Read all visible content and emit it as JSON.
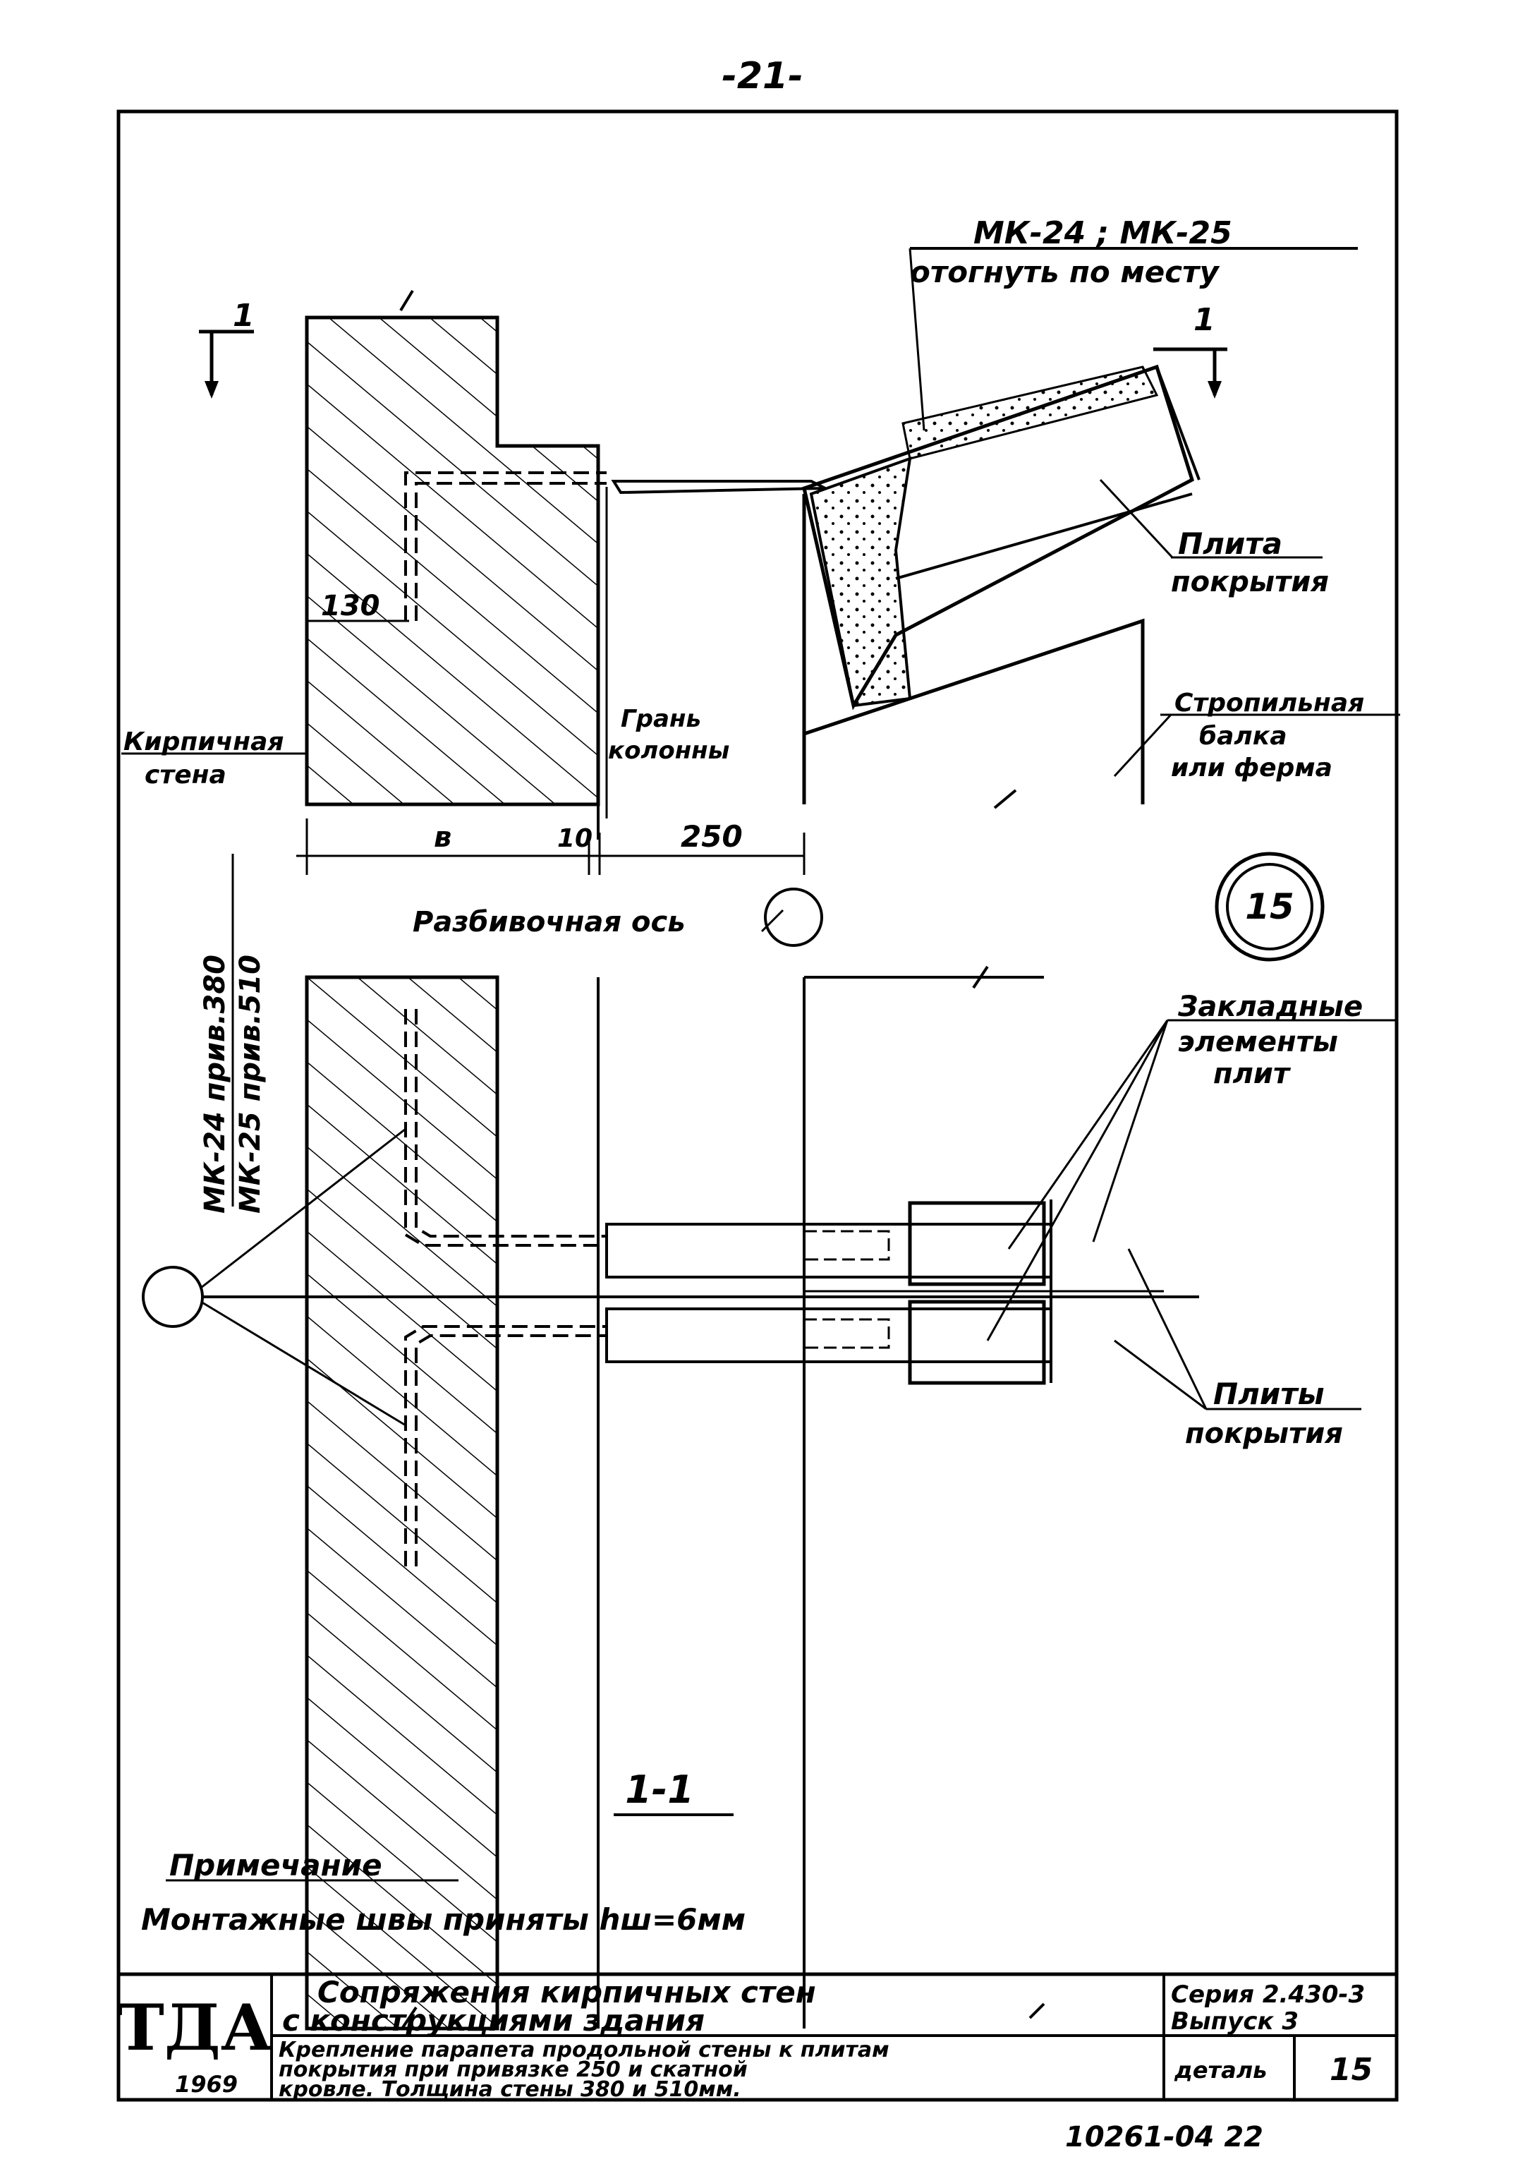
{
  "page_number": "-21-",
  "labels": {
    "mk_top": "МК-24 ; МК-25",
    "bend": "отогнуть по месту",
    "section_mark": "1",
    "plate_roof_1": "Плита",
    "plate_roof_2": "покрытия",
    "brick_wall_1": "Кирпичная",
    "brick_wall_2": "стена",
    "column_face_1": "Грань",
    "column_face_2": "колонны",
    "rafter_1": "Стропильная",
    "rafter_2": "балка",
    "rafter_3": "или ферма",
    "dim_130": "130",
    "dim_b": "в",
    "dim_10": "10",
    "dim_250": "250",
    "axis": "Разбивочная ось",
    "detail_number": "15",
    "mk_side_1": "МК-24 прив.380",
    "mk_side_2": "МК-25 прив.510",
    "embedded_1": "Закладные",
    "embedded_2": "элементы",
    "embedded_3": "плит",
    "plates_1": "Плиты",
    "plates_2": "покрытия",
    "section_title": "1-1",
    "note_title": "Примечание",
    "note_text": "Монтажные швы приняты hш=6мм"
  },
  "title_block": {
    "logo": "ТДА",
    "year": "1969",
    "title_line1": "Сопряжения кирпичных стен",
    "title_line2": "с конструкциями здания",
    "desc_line1": "Крепление парапета продольной стены к плитам",
    "desc_line2": "покрытия при привязке 250 и скатной",
    "desc_line3": "кровле. Толщина стены 380 и 510мм.",
    "series": "Серия 2.430-3",
    "issue": "Выпуск 3",
    "detail_label": "деталь",
    "detail_value": "15"
  },
  "sheet_code": "10261-04 22"
}
